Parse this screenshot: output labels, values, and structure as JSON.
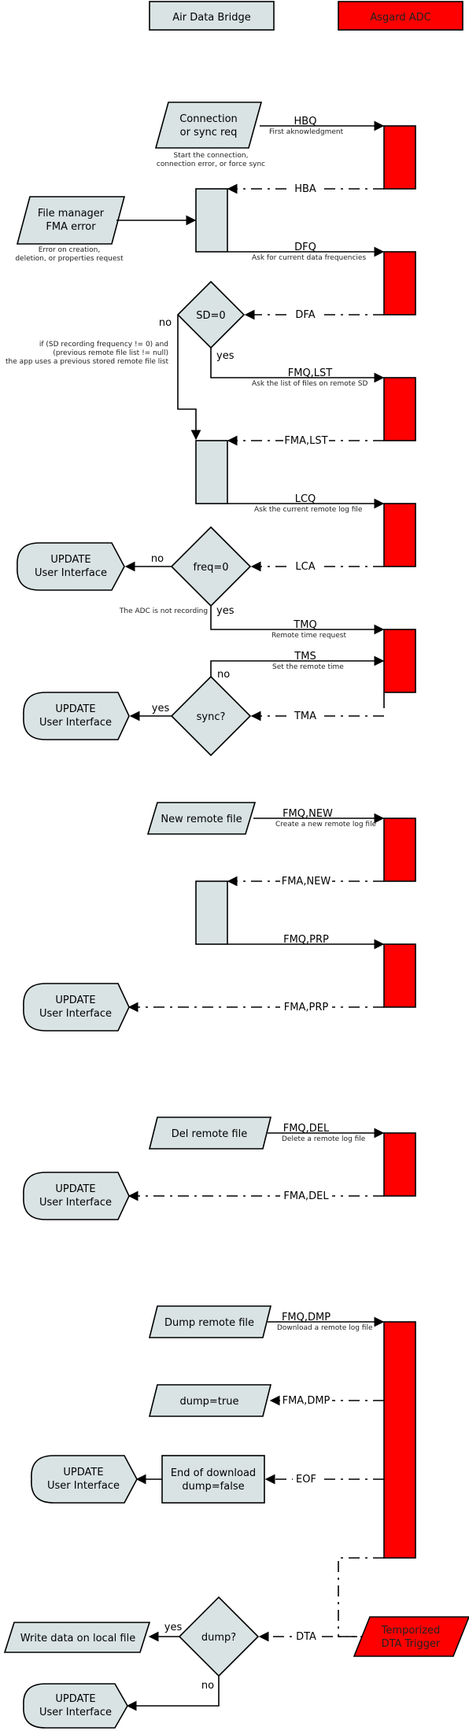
{
  "legend": {
    "bridge": "Air Data Bridge",
    "adc": "Asgard ADC"
  },
  "nodes": {
    "connection": [
      "Connection",
      "or sync req"
    ],
    "filemanager": [
      "File manager",
      "FMA error"
    ],
    "sd0": "SD=0",
    "freq0": "freq=0",
    "sync": "sync?",
    "update": [
      "UPDATE",
      "User Interface"
    ],
    "newremote": "New remote file",
    "delremote": "Del remote file",
    "dumpremote": "Dump remote file",
    "dumptrue": "dump=true",
    "endofdownload": [
      "End of download",
      "dump=false"
    ],
    "dump": "dump?",
    "writedata": "Write data on local file",
    "temporized": [
      "Temporized",
      "DTA Trigger"
    ]
  },
  "messages": {
    "hbq": "HBQ",
    "hba": "HBA",
    "dfq": "DFQ",
    "dfa": "DFA",
    "fmq_lst": "FMQ,LST",
    "fma_lst": "FMA,LST",
    "lcq": "LCQ",
    "lca": "LCA",
    "tmq": "TMQ",
    "tms": "TMS",
    "tma": "TMA",
    "fmq_new": "FMQ,NEW",
    "fma_new": "FMA,NEW",
    "fmq_prp": "FMQ,PRP",
    "fma_prp": "FMA,PRP",
    "fmq_del": "FMQ,DEL",
    "fma_del": "FMA,DEL",
    "fmq_dmp": "FMQ,DMP",
    "fma_dmp": "FMA,DMP",
    "eof": "EOF",
    "dta": "DTA"
  },
  "notes": {
    "hbq": "First aknowledgment",
    "conn": [
      "Start the connection,",
      "connection error, or force sync"
    ],
    "fm": [
      "Error on creation,",
      "deletion, or properties request"
    ],
    "dfq": "Ask for current data frequencies",
    "sd": [
      "if (SD recording frequency != 0) and",
      "(previous remote file list != null)",
      "the app uses a previous stored remote file list"
    ],
    "fmq_lst": "Ask the list of files on remote SD",
    "lcq": "Ask the current remote log file",
    "notrec": "The ADC is not recording",
    "tmq": "Remote time request",
    "tms": "Set the remote time",
    "fmq_new": "Create a new remote log file",
    "fmq_del": "Delete a remote log file",
    "fmq_dmp": "Download a remote log file"
  },
  "branch": {
    "yes": "yes",
    "no": "no"
  }
}
